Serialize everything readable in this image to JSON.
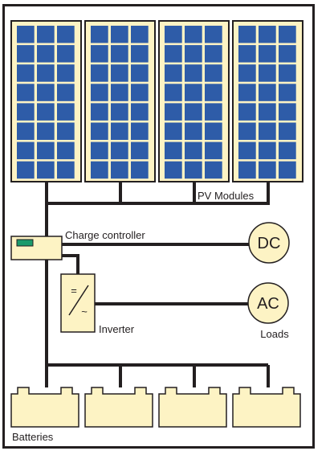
{
  "labels": {
    "pv_modules": "PV Modules",
    "charge_controller": "Charge controller",
    "dc": "DC",
    "ac": "AC",
    "inverter": "Inverter",
    "loads": "Loads",
    "batteries": "Batteries",
    "inverter_symbol_top": "=",
    "inverter_symbol_bottom": "~"
  },
  "pv_array": {
    "module_count": 4,
    "cell_columns": 3,
    "cell_rows": 8
  },
  "battery_bank": {
    "battery_count": 4
  },
  "colors": {
    "cell_blue": "#2e5ca8",
    "cream_fill": "#fdf3c4",
    "wire": "#231f20",
    "indicator_green": "#1a9a6b"
  }
}
